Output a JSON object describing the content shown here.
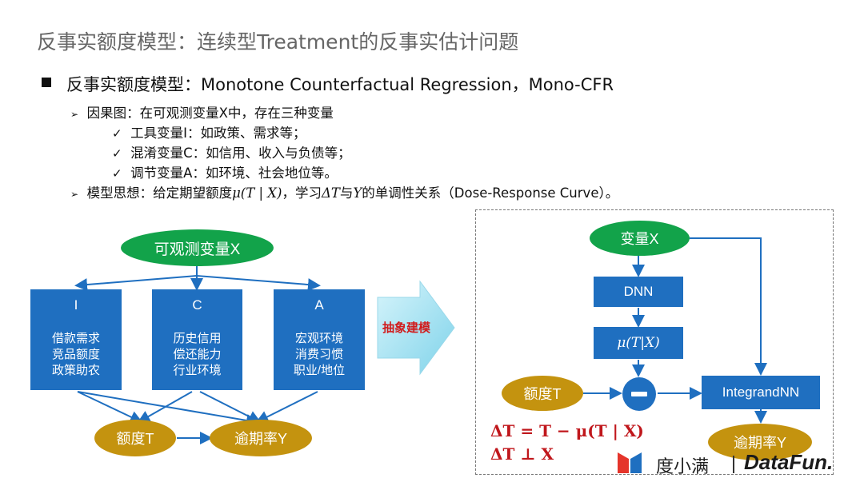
{
  "title": "反事实额度模型：连续型Treatment的反事实估计问题",
  "bullet_main": "反事实额度模型：Monotone Counterfactual Regression，Mono-CFR",
  "causal_graph": {
    "label": "因果图：在可观测变量X中，存在三种变量",
    "items": [
      "工具变量I：如政策、需求等；",
      "混淆变量C：如信用、收入与负债等；",
      "调节变量A：如环境、社会地位等。"
    ]
  },
  "model_idea": {
    "part1": "模型思想：给定期望额度",
    "mu_expr": "μ(T | X)",
    "part2": "，学习",
    "delta_t": "ΔT",
    "part3": "与",
    "y": "Y",
    "part4": "的单调性关系（Dose-Response Curve）。"
  },
  "left_diagram": {
    "top_node": "可观测变量X",
    "boxes": [
      {
        "head": "I",
        "lines": [
          "借款需求",
          "竞品额度",
          "政策助农"
        ]
      },
      {
        "head": "C",
        "lines": [
          "历史信用",
          "偿还能力",
          "行业环境"
        ]
      },
      {
        "head": "A",
        "lines": [
          "宏观环境",
          "消费习惯",
          "职业/地位"
        ]
      }
    ],
    "t_node": "额度T",
    "y_node": "逾期率Y"
  },
  "abstraction_arrow": "抽象建模",
  "right_diagram": {
    "x_node": "变量X",
    "dnn": "DNN",
    "mu_box": "μ(T|X)",
    "t_node": "额度T",
    "integrand": "IntegrandNN",
    "y_node": "逾期率Y"
  },
  "formulas": {
    "line1": "ΔT = T − μ(T | X)",
    "line2": "ΔT ⊥ X"
  },
  "logos": {
    "brand1": "度小满",
    "brand2": "DataFun."
  },
  "colors": {
    "blue": "#1f6fc0",
    "green": "#12a34a",
    "gold": "#c4930f",
    "red": "#c0171c"
  }
}
